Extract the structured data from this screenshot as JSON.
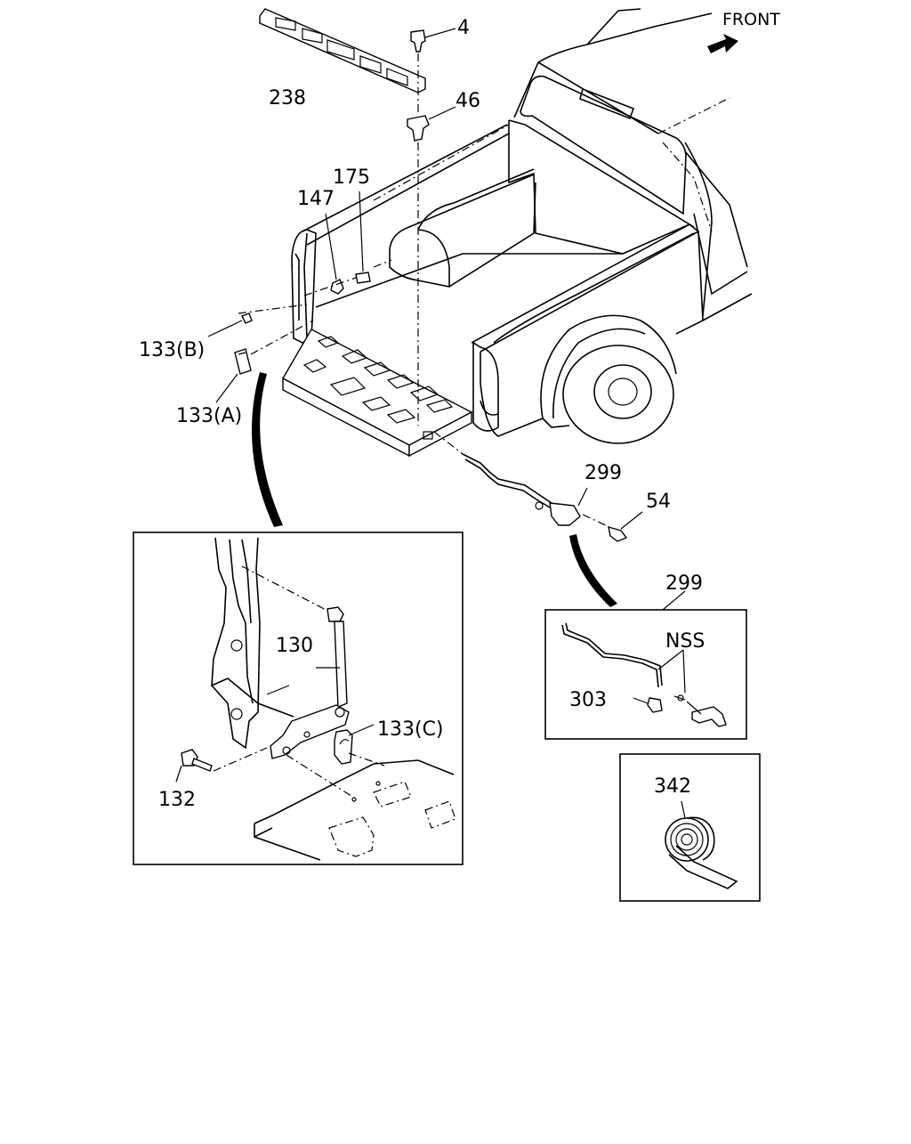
{
  "direction_label": "FRONT",
  "labels": {
    "p4": "4",
    "p238": "238",
    "p46": "46",
    "p175": "175",
    "p147": "147",
    "p133b": "133(B)",
    "p133a": "133(A)",
    "p299": "299",
    "p54": "54",
    "p299_box": "299",
    "p130": "130",
    "p133c": "133(C)",
    "p132": "132",
    "nss": "NSS",
    "p303": "303",
    "p342": "342"
  },
  "icons": {
    "direction": "arrow-right-up-icon"
  }
}
